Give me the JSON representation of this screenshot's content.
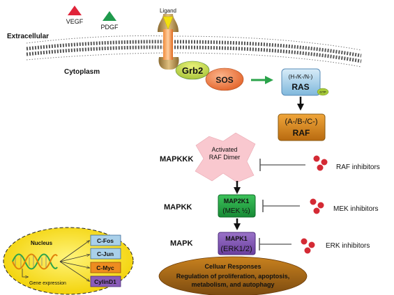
{
  "legend": {
    "vegf": "VEGF",
    "pdgf": "PDGF",
    "vegf_color": "#e0243a",
    "pdgf_color": "#1f9a4c"
  },
  "membrane": {
    "extracellular": "Extracellular",
    "cytoplasm": "Cytoplasm",
    "ligand": "Ligand"
  },
  "nodes": {
    "grb2": "Grb2",
    "sos": "SOS",
    "ras_top": "(H-/K-/N-)",
    "ras": "RAS",
    "gtp": "GTP",
    "raf_top": "(A-/B-/C-)",
    "raf": "RAF",
    "dimer_line1": "Activated",
    "dimer_line2": "RAF Dimer",
    "map2k1": "MAP2K1",
    "mek": "(MEK ½)",
    "mapk1": "MAPK1",
    "erk": "(ERK1/2)"
  },
  "levels": {
    "mapkkk": "MAPKKK",
    "mapkk": "MAPKK",
    "mapk": "MAPK"
  },
  "inhibitors": {
    "raf": "RAF  inhibitors",
    "mek": "MEK  inhibitors",
    "erk": "ERK  inhibitors"
  },
  "nucleus": {
    "title": "Nucleus",
    "gene_expression": "Gene expression",
    "genes": [
      "C-Fos",
      "C-Jun",
      "C-Myc",
      "CylinD1"
    ]
  },
  "responses": {
    "title": "Celluar Responses",
    "line1": "Regulation of proliferation, apoptosis,",
    "line2": "metabolism, and  autophagy"
  }
}
